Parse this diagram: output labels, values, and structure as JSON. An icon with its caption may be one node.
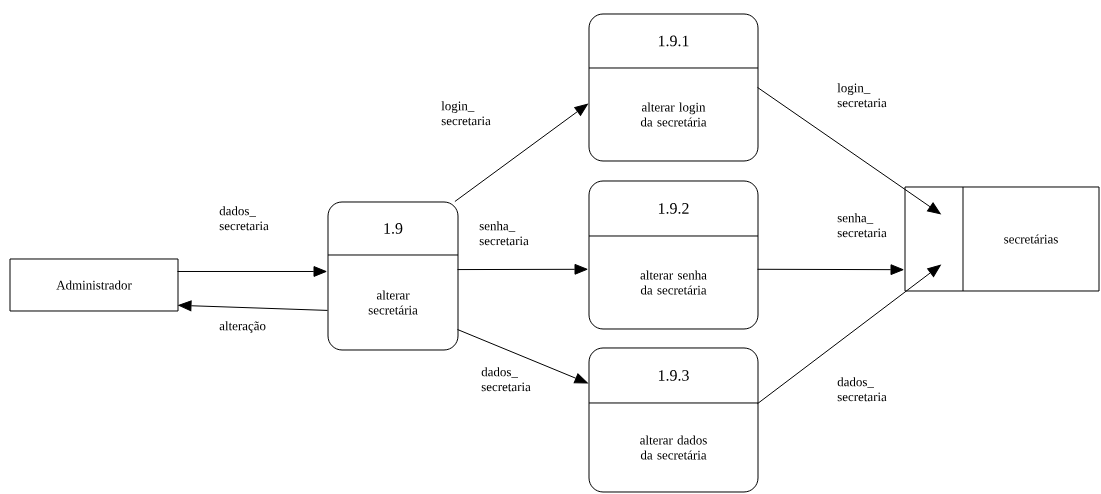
{
  "diagram": {
    "nodes": [
      {
        "text": [
          "Administrador"
        ]
      },
      {
        "text": [
          "1.9",
          "alterar secretária"
        ]
      },
      {
        "text": [
          "1.9.1",
          "alterar login da secretária"
        ]
      },
      {
        "text": [
          "1.9.2",
          "alterar senha da secretária"
        ]
      },
      {
        "text": [
          "1.9.3",
          "alterar dados da secretária"
        ]
      },
      {
        "text": [
          "secretárias"
        ]
      }
    ],
    "edges": [
      {
        "from": 0,
        "to": 1,
        "arrow": "to",
        "label": "dados_ secretaria"
      },
      {
        "from": 1,
        "to": 0,
        "arrow": "to",
        "label": "alteração"
      },
      {
        "from": 1,
        "to": 2,
        "arrow": "to",
        "label": "login_ secretaria"
      },
      {
        "from": 1,
        "to": 3,
        "arrow": "to",
        "label": "senha_ secretaria"
      },
      {
        "from": 1,
        "to": 4,
        "arrow": "to",
        "label": "dados_ secretaria"
      },
      {
        "from": 2,
        "to": 5,
        "arrow": "to",
        "label": "login_ secretaria"
      },
      {
        "from": 3,
        "to": 5,
        "arrow": "to",
        "label": "senha_ secretaria"
      },
      {
        "from": 4,
        "to": 5,
        "arrow": "to",
        "label": "dados_ secretaria"
      }
    ]
  }
}
